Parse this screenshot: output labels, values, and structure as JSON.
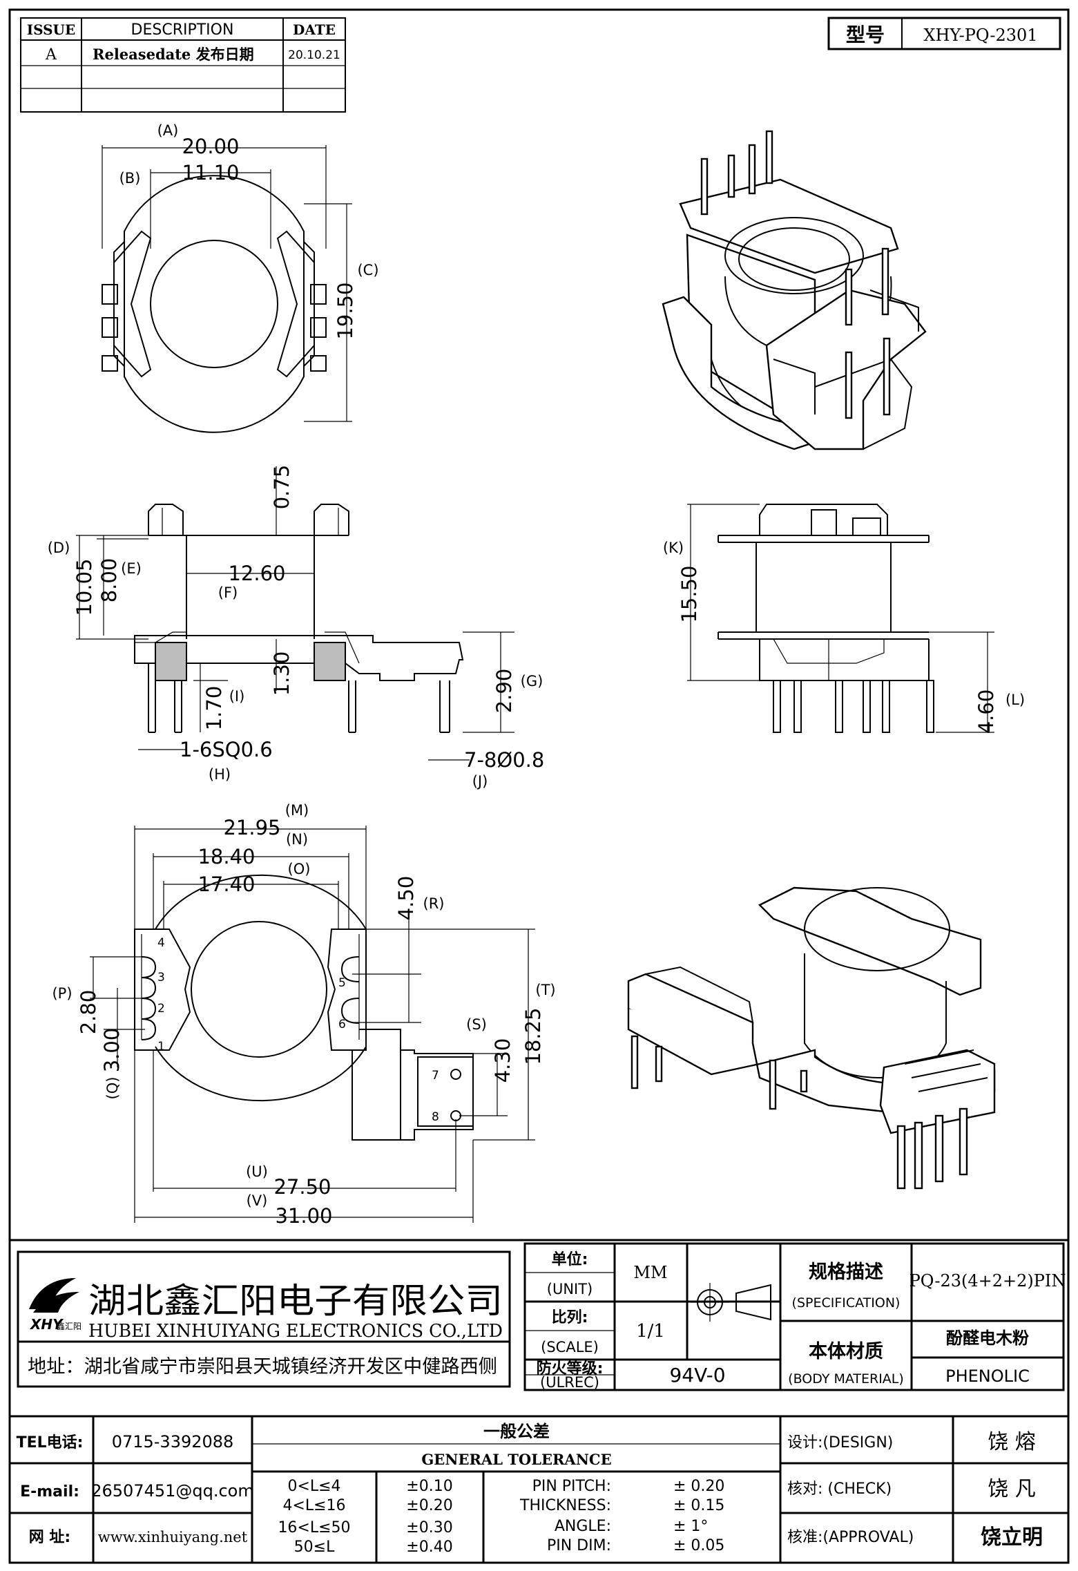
{
  "revision_table": {
    "headers": [
      "ISSUE",
      "DESCRIPTION",
      "DATE"
    ],
    "rows": [
      {
        "issue": "A",
        "description": "Releasedate 发布日期",
        "date": "20.10.21"
      }
    ]
  },
  "model": {
    "label": "型号",
    "value": "XHY-PQ-2301"
  },
  "top_view": {
    "dims": [
      {
        "ref": "(A)",
        "value": "20.00"
      },
      {
        "ref": "(B)",
        "value": "11.10"
      },
      {
        "ref": "(C)",
        "value": "19.50"
      }
    ]
  },
  "front_view": {
    "dims": [
      {
        "ref": "",
        "value": "0.75"
      },
      {
        "ref": "(D)",
        "value": "10.05"
      },
      {
        "ref": "(E)",
        "value": "8.00"
      },
      {
        "ref": "(F)",
        "value": "12.60"
      },
      {
        "ref": "",
        "value": "1.30"
      },
      {
        "ref": "(G)",
        "value": "2.90"
      },
      {
        "ref": "(I)",
        "value": "1.70"
      },
      {
        "ref": "(H)",
        "value": "1-6SQ0.6"
      },
      {
        "ref": "(J)",
        "value": "7-8Ø0.8"
      }
    ]
  },
  "side_view": {
    "dims": [
      {
        "ref": "(K)",
        "value": "15.50"
      },
      {
        "ref": "(L)",
        "value": "4.60"
      }
    ]
  },
  "bottom_view": {
    "dims": [
      {
        "ref": "(M)",
        "value": "21.95"
      },
      {
        "ref": "(N)",
        "value": "18.40"
      },
      {
        "ref": "(O)",
        "value": "17.40"
      },
      {
        "ref": "(R)",
        "value": "4.50"
      },
      {
        "ref": "(P)",
        "value": "2.80"
      },
      {
        "ref": "(Q)",
        "value": "3.00"
      },
      {
        "ref": "(S)",
        "value": "4.30"
      },
      {
        "ref": "(T)",
        "value": "18.25"
      },
      {
        "ref": "(U)",
        "value": "27.50"
      },
      {
        "ref": "(V)",
        "value": "31.00"
      }
    ],
    "pins": [
      "1",
      "2",
      "3",
      "4",
      "5",
      "6",
      "7",
      "8"
    ]
  },
  "company": {
    "logo_text": "XHY",
    "logo_subtext": "鑫汇阳",
    "name_cn": "湖北鑫汇阳电子有限公司",
    "name_en": "HUBEI XINHUIYANG ELECTRONICS CO.,LTD",
    "address": "地址：湖北省咸宁市崇阳县天城镇经济开发区中健路西侧"
  },
  "spec_block": {
    "unit_label_cn": "单位:",
    "unit_label_en": "(UNIT)",
    "unit_value": "MM",
    "scale_label_cn": "比列:",
    "scale_label_en": "(SCALE)",
    "scale_value": "1/1",
    "ulrec_label_cn": "防火等级:",
    "ulrec_label_en": "(ULREC)",
    "ulrec_value": "94V-0",
    "spec_label_cn": "规格描述",
    "spec_label_en": "(SPECIFICATION)",
    "spec_value": "PQ-23(4+2+2)PIN",
    "material_label_cn": "本体材质",
    "material_label_en": "(BODY MATERIAL)",
    "material_value_cn": "酚醛电木粉",
    "material_value_en": "PHENOLIC"
  },
  "contact": {
    "tel_label": "TEL电话:",
    "tel": "0715-3392088",
    "email_label": "E-mail:",
    "email": "26507451@qq.com",
    "web_label": "网  址:",
    "web": "www.xinhuiyang.net"
  },
  "tolerance": {
    "title_cn": "一般公差",
    "title_en": "GENERAL TOLERANCE",
    "ranges": [
      {
        "range": "0<L≤4",
        "tol": "±0.10"
      },
      {
        "range": "4<L≤16",
        "tol": "±0.20"
      },
      {
        "range": "16<L≤50",
        "tol": "±0.30"
      },
      {
        "range": "50≤L",
        "tol": "±0.40"
      }
    ],
    "specs": [
      {
        "label": "PIN PITCH:",
        "tol": "±  0.20"
      },
      {
        "label": "THICKNESS:",
        "tol": "±  0.15"
      },
      {
        "label": "ANGLE:",
        "tol": "±  1°"
      },
      {
        "label": "PIN DIM:",
        "tol": "±  0.05"
      }
    ]
  },
  "signoff": [
    {
      "label": "设计:(DESIGN)",
      "name": "饶  熔"
    },
    {
      "label": "核对: (CHECK)",
      "name": "饶  凡"
    },
    {
      "label": "核准:(APPROVAL)",
      "name": "饶立明"
    }
  ]
}
